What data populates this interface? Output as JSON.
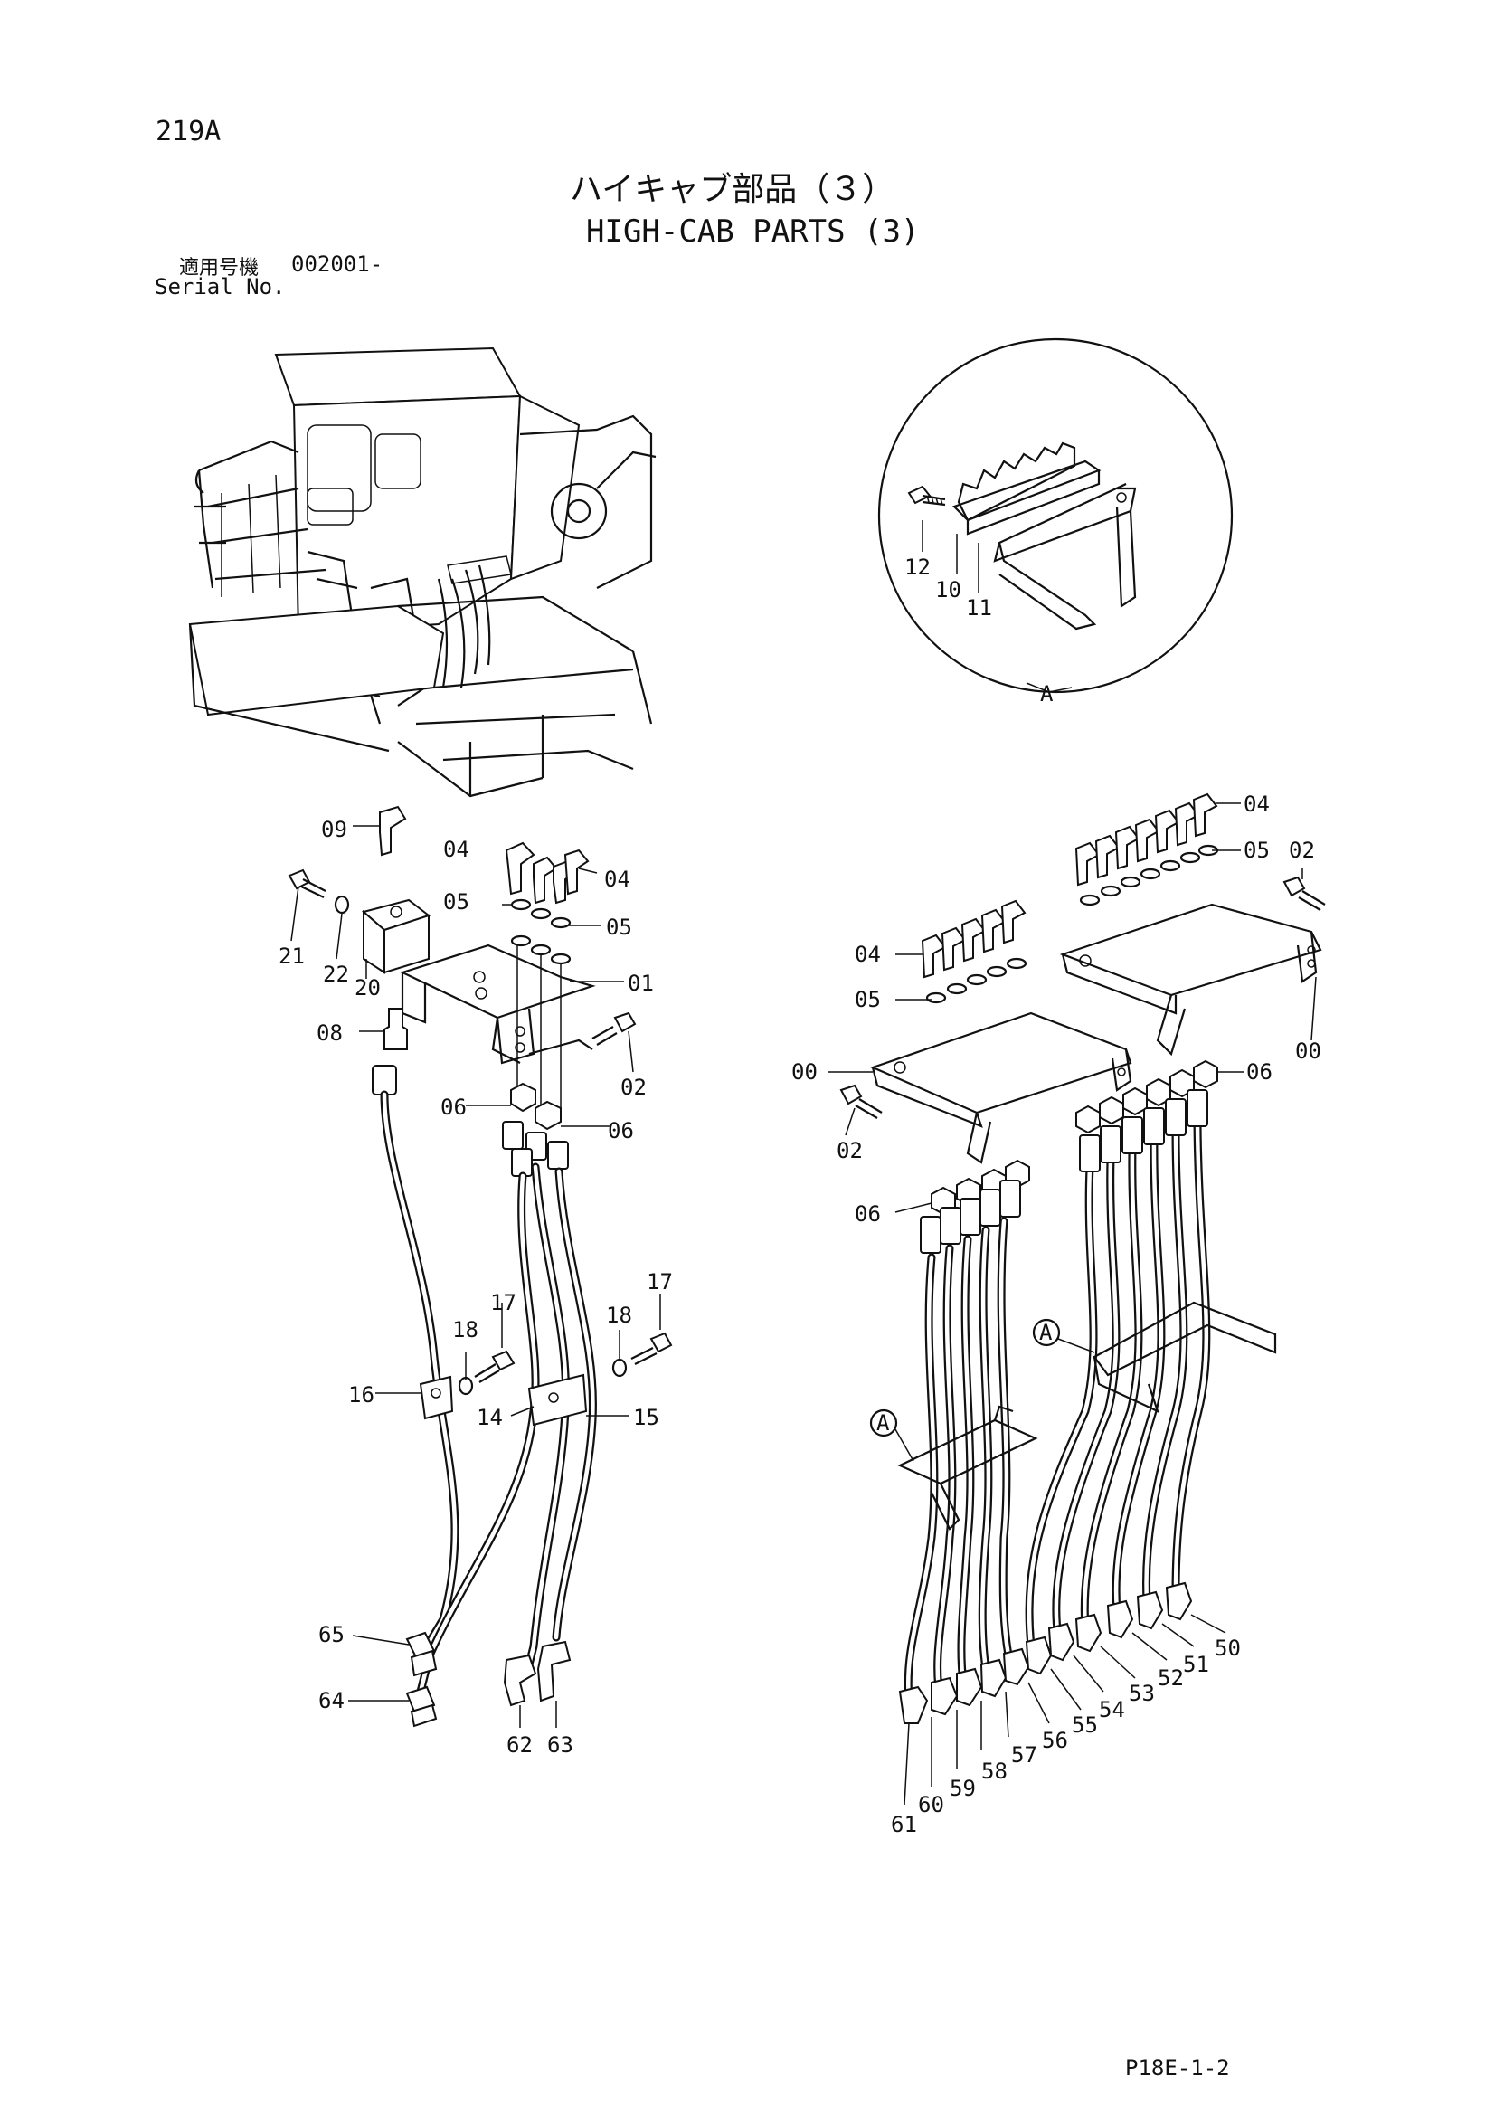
{
  "header": {
    "page_number": "219A",
    "title_jp": "ハイキャブ部品（３）",
    "title_en": "HIGH-CAB PARTS (3)",
    "serial_label_jp": "適用号機",
    "serial_number": "002001-",
    "serial_label_en": "Serial No."
  },
  "footer": {
    "page_code": "P18E-1-2"
  },
  "callouts": {
    "detail_a": [
      "12",
      "10",
      "11"
    ],
    "detail_marker": "A",
    "left_assembly": [
      "09",
      "04",
      "04",
      "21",
      "05",
      "05",
      "22",
      "20",
      "01",
      "08",
      "02",
      "06",
      "06",
      "17",
      "18",
      "17",
      "18",
      "16",
      "14",
      "15",
      "65",
      "64",
      "62",
      "63"
    ],
    "right_assembly": [
      "04",
      "05",
      "02",
      "04",
      "05",
      "00",
      "00",
      "06",
      "02",
      "06",
      "50",
      "51",
      "52",
      "53",
      "54",
      "55",
      "56",
      "57",
      "58",
      "59",
      "60",
      "61"
    ],
    "section_marks": [
      "A",
      "A"
    ]
  }
}
